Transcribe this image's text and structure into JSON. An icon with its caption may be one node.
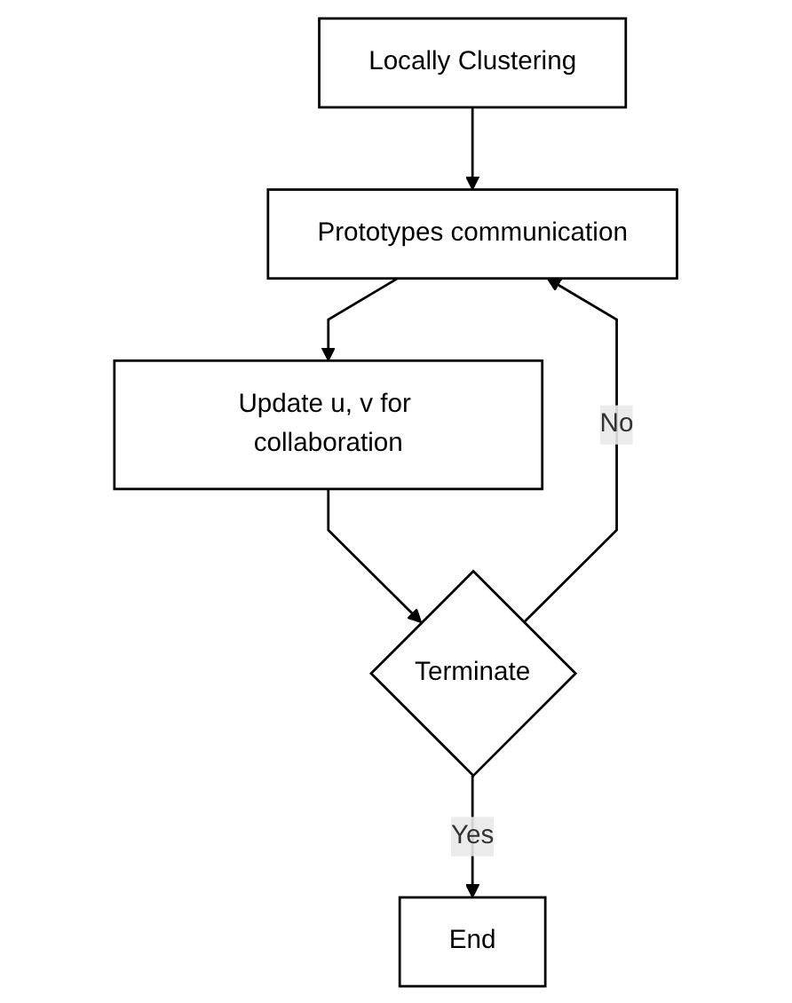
{
  "diagram": {
    "nodes": [
      {
        "text": [
          "Locally Clustering"
        ]
      },
      {
        "text": [
          "Prototypes communication"
        ]
      },
      {
        "text": [
          "Update u, v for collaboration"
        ]
      },
      {
        "text": [
          "Terminate"
        ]
      },
      {
        "text": [
          "End"
        ]
      }
    ],
    "edges": [
      {
        "from": 0,
        "to": 1,
        "arrow": "to"
      },
      {
        "from": 1,
        "to": 2,
        "arrow": "to"
      },
      {
        "from": 2,
        "to": 3,
        "arrow": "to"
      },
      {
        "from": 3,
        "to": 4,
        "arrow": "to",
        "label": "Yes"
      },
      {
        "from": 3,
        "to": 1,
        "arrow": "to",
        "label": "No"
      }
    ]
  }
}
